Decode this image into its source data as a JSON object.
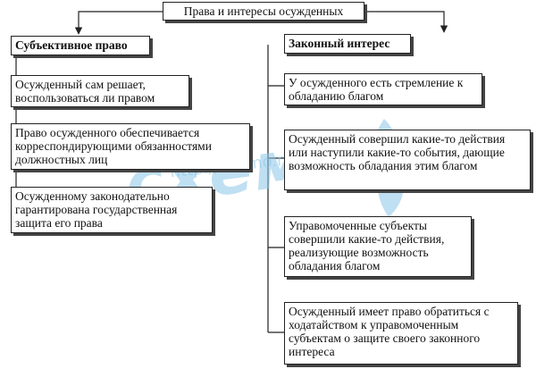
{
  "root": {
    "label": "Права и интересы осужденных"
  },
  "left": {
    "heading": "Субъективное право",
    "items": [
      "Осужденный сам решает, воспользоваться ли правом",
      "Право осужденного обеспечивается корреспондирующими обязанностями должностных лиц",
      "Осужденному законодательно гарантирована государственная защита его права"
    ]
  },
  "right": {
    "heading": "Законный интерес",
    "items": [
      "У осужденного есть стремление к обладанию благом",
      "Осужденный совершил какие-то действия или наступили какие-то события, дающие возможность обладания этим благом",
      "Управомоченные субъекты совершили какие-то действия, реализующие возможность обладания благом",
      "Осужденный имеет право обратиться с ходатайством к управомоченным субъектам о защите своего законного интереса"
    ]
  },
  "watermark": {
    "logo": "схемо",
    "url": "http://cxemo.ru"
  }
}
